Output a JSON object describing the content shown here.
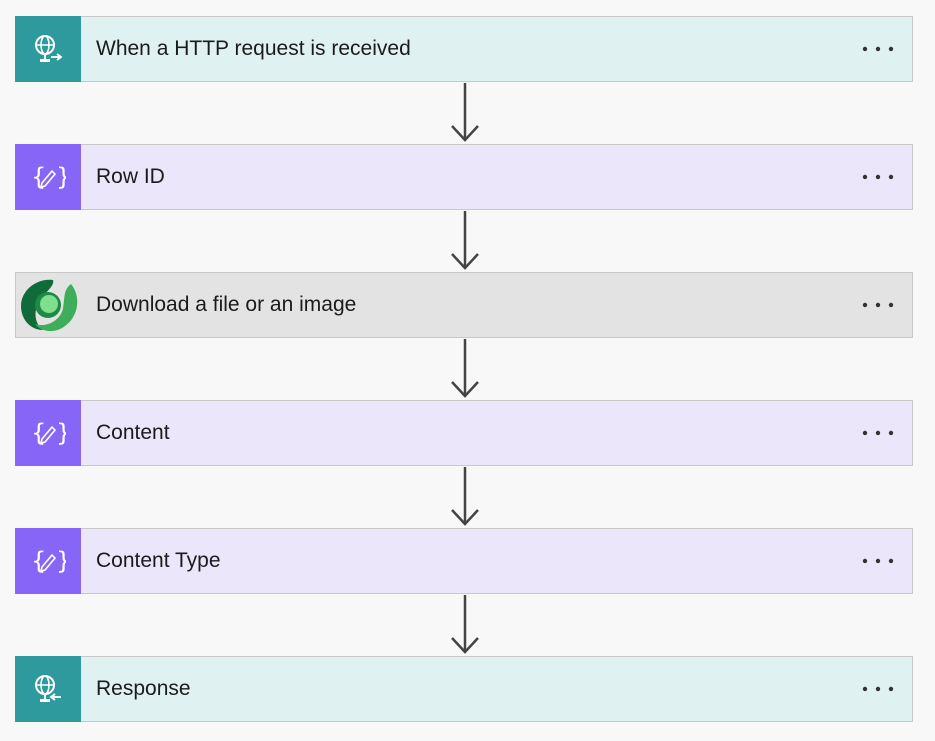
{
  "flow": {
    "steps": [
      {
        "title": "When a HTTP request is received",
        "icon": "http-request-icon",
        "theme": "teal"
      },
      {
        "title": "Row ID",
        "icon": "variable-icon",
        "theme": "purple"
      },
      {
        "title": "Download a file or an image",
        "icon": "dataverse-icon",
        "theme": "gray"
      },
      {
        "title": "Content",
        "icon": "variable-icon",
        "theme": "purple"
      },
      {
        "title": "Content Type",
        "icon": "variable-icon",
        "theme": "purple"
      },
      {
        "title": "Response",
        "icon": "http-response-icon",
        "theme": "teal"
      }
    ],
    "more_icon": "ellipsis-icon",
    "connector_icon": "down-arrow-icon"
  },
  "colors": {
    "teal_header": "#2e9a9d",
    "teal_background": "#e0f1f1",
    "purple_header": "#8766f7",
    "purple_background": "#ece6fb",
    "gray_background": "#e3e3e3",
    "dataverse_dark": "#0f6b3a",
    "dataverse_light": "#5fcf77"
  }
}
